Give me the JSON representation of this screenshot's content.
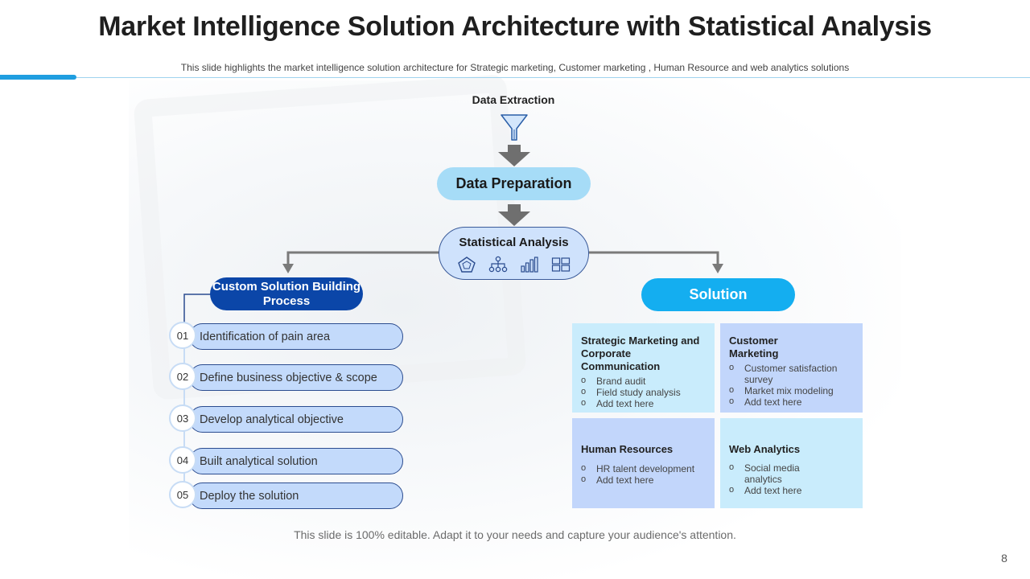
{
  "header": {
    "title": "Market Intelligence Solution Architecture with Statistical Analysis",
    "subtitle": "This slide highlights the market intelligence solution architecture for Strategic marketing, Customer marketing , Human Resource and web analytics solutions"
  },
  "flow": {
    "extraction_label": "Data Extraction",
    "preparation_label": "Data Preparation",
    "statistical_label": "Statistical Analysis",
    "statistical_icons": [
      "pentagon-radar-icon",
      "hierarchy-icon",
      "bar-chart-icon",
      "dashboard-icon"
    ]
  },
  "process": {
    "title": "Custom Solution Building Process",
    "steps": [
      {
        "num": "01",
        "label": "Identification of pain area"
      },
      {
        "num": "02",
        "label": "Define business objective & scope"
      },
      {
        "num": "03",
        "label": "Develop analytical objective"
      },
      {
        "num": "04",
        "label": "Built analytical solution"
      },
      {
        "num": "05",
        "label": "Deploy the solution"
      }
    ]
  },
  "solution": {
    "title": "Solution",
    "cards": [
      {
        "title": "Strategic Marketing and Corporate Communication",
        "items": [
          "Brand audit",
          "Field study analysis",
          "Add text here"
        ]
      },
      {
        "title": "Customer Marketing",
        "items": [
          "Customer satisfaction survey",
          "Market mix modeling",
          "Add text here"
        ]
      },
      {
        "title": "Human Resources",
        "items": [
          "HR talent development",
          "Add text here"
        ]
      },
      {
        "title": "Web Analytics",
        "items": [
          "Social media analytics",
          "Add text here"
        ]
      }
    ]
  },
  "footer": {
    "note": "This slide is 100% editable. Adapt it to your needs and capture your audience's attention.",
    "page": "8"
  },
  "colors": {
    "accent": "#1f9ee0",
    "prep_pill": "#a6dcf7",
    "custom_pill": "#0b46a8",
    "solution_pill": "#14aef0",
    "card_light": "#c9ecfc",
    "card_blue": "#c2d6fb",
    "step_fill": "#c3dafb"
  }
}
